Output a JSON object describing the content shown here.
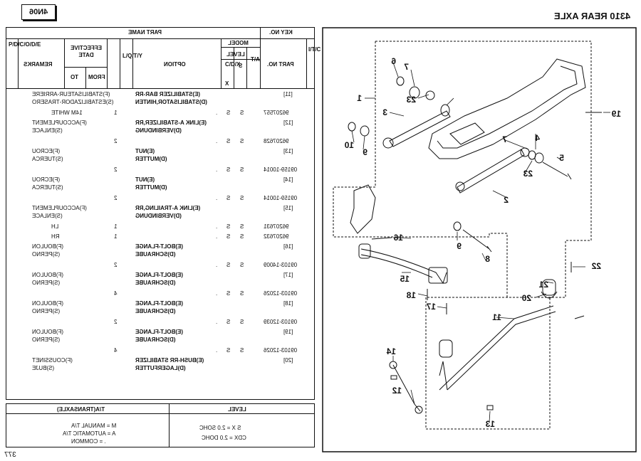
{
  "header": {
    "doc_code": "4N06",
    "section_title": "4310 REAR AXLE",
    "page_number": "377"
  },
  "table_header": {
    "part_name": "PART NAME",
    "key_no": "KEY NO.",
    "part_no": "PART NO.",
    "option": "OPTION",
    "remarks": "REMARKS",
    "effective_date": "EFFECTIVE DATE",
    "from": "FROM",
    "to": "TO",
    "model": "MODEL",
    "level": "LEVEL",
    "lqty": "L/Q/T/Y",
    "s_col": "S",
    "cdx_col": "C/D/X",
    "x_col": "X",
    "t_a": "T/A",
    "itc": "I/T/C",
    "pdcode": "P/D/C/O/D/E"
  },
  "rows": [
    {
      "key": "[11]",
      "en": "(E)STABILIZER BAR-RR",
      "de": "(D)STABILISATOR,HINTEN",
      "fr": "(F)STABILISATEUR-ARRIERE",
      "es": "(S)ESTABILIZADOR-TRASERO"
    },
    {
      "part": "96207557",
      "s": "S",
      "cdx": "S",
      "x": ".",
      "qty": "1",
      "remark": "14M WHITE"
    },
    {
      "key": "[12]",
      "en": "(E)LINK A-STABILIZER,RR",
      "de": "(D)VERBINDUNG",
      "fr": "(F)ACCOUPLEMENT",
      "es": "(S)ENLACE"
    },
    {
      "part": "96207628",
      "s": "S",
      "cdx": "S",
      "x": ".",
      "qty": "2"
    },
    {
      "key": "[13]",
      "en": "(E)NUT",
      "de": "(D)MUTTER",
      "fr": "(F)ECROU",
      "es": "(S)TUERCA"
    },
    {
      "part": "09159-10014",
      "s": "S",
      "cdx": "S",
      "x": ".",
      "qty": "2"
    },
    {
      "key": "[14]",
      "en": "(E)NUT",
      "de": "(D)MUTTER",
      "fr": "(F)ECROU",
      "es": "(S)TUERCA"
    },
    {
      "part": "09159-10014",
      "s": "S",
      "cdx": "S",
      "x": ".",
      "qty": "2"
    },
    {
      "key": "[15]",
      "en": "(E)LINK A-TRAILING,RR",
      "de": "(D)VERBINDUNG",
      "fr": "(F)ACCOUPLEMENT",
      "es": "(S)ENLACE"
    },
    {
      "part": "96207631",
      "s": "S",
      "cdx": "S",
      "x": ".",
      "qty": "1",
      "remark": "LH"
    },
    {
      "part": "96207632",
      "s": "S",
      "cdx": "S",
      "x": ".",
      "qty": "1",
      "remark": "RH"
    },
    {
      "key": "[16]",
      "en": "(E)BOLT-FLANGE",
      "de": "(D)SCHRAUBE",
      "fr": "(F)BOULON",
      "es": "(S)PERNO"
    },
    {
      "part": "09103-14009",
      "s": "S",
      "cdx": "S",
      "x": ".",
      "qty": "2"
    },
    {
      "key": "[17]",
      "en": "(E)BOLT-FLANGE",
      "de": "(D)SCHRAUBE",
      "fr": "(F)BOULON",
      "es": "(S)PERNO"
    },
    {
      "part": "09103-12026",
      "s": "S",
      "cdx": "S",
      "x": ".",
      "qty": "4"
    },
    {
      "key": "[18]",
      "en": "(E)BOLT-FLANGE",
      "de": "(D)SCHRAUBE",
      "fr": "(F)BOULON",
      "es": "(S)PERNO"
    },
    {
      "part": "09103-12039",
      "s": "S",
      "cdx": "S",
      "x": ".",
      "qty": "2"
    },
    {
      "key": "[19]",
      "en": "(E)BOLT-FLANGE",
      "de": "(D)SCHRAUBE",
      "fr": "(F)BOULON",
      "es": "(S)PERNO"
    },
    {
      "part": "09103-12026",
      "s": "S",
      "cdx": "S",
      "x": ".",
      "qty": "4"
    },
    {
      "key": "[20]",
      "en": "(E)BUSH-RR STABILIZER",
      "de": "(D)LAGERFUTTER",
      "fr": "(F)COUSSINET",
      "es": "(S)BUJE"
    }
  ],
  "legend": {
    "level_title": "LEVEL",
    "ta_title": "T/A(TRANSAXLE)",
    "level_items": [
      "S  X = 2.0 SOHC",
      "CDX = 2.0 DOHC"
    ],
    "ta_items": [
      "M = MANUAL T/A",
      "A = AUTOMATIC T/A",
      ". = COMMON"
    ]
  },
  "diagram": {
    "callouts": [
      "1",
      "2",
      "3",
      "4",
      "5",
      "6",
      "7",
      "7",
      "8",
      "9",
      "9",
      "10",
      "11",
      "12",
      "13",
      "14",
      "15",
      "16",
      "17",
      "18",
      "19",
      "20",
      "21",
      "22",
      "23",
      "23"
    ]
  }
}
